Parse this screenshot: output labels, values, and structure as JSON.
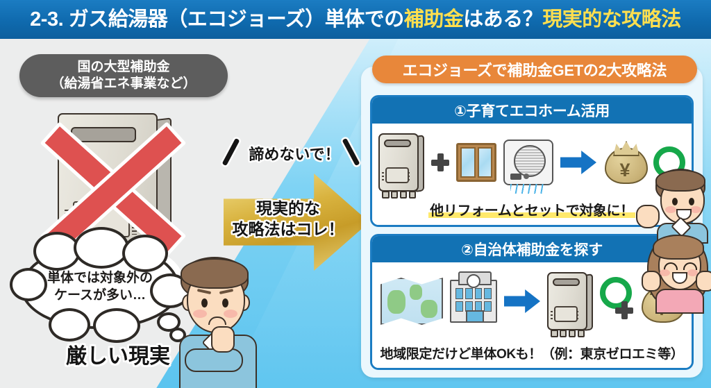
{
  "title": {
    "prefix": "2-3. ガス給湯器（エコジョーズ）単体での",
    "highlight1": "補助金",
    "middle": "はある？",
    "highlight2": "現実的な攻略法"
  },
  "left": {
    "badge_line1": "国の大型補助金",
    "badge_line2": "（給湯省エネ事業など）",
    "heater_icon": "gas-water-heater-icon",
    "x_icon": "red-x-mark-icon",
    "thought_line1": "単体では対象外の",
    "thought_line2": "ケースが多い…",
    "harsh_reality": "厳しい現実",
    "character": "worried-man-character"
  },
  "center": {
    "dont_give_up": "諦めないで！",
    "arrow_line1": "現実的な",
    "arrow_line2": "攻略法はコレ！",
    "arrow_icon": "gold-right-arrow-icon"
  },
  "right": {
    "header": "エコジョーズで補助金GETの2大攻略法",
    "cards": [
      {
        "heading": "①子育てエコホーム活用",
        "icons": [
          "water-heater-icon",
          "plus-icon",
          "window-icon",
          "air-conditioner-icon",
          "blue-arrow-icon",
          "money-bag-icon",
          "green-circle-icon"
        ],
        "caption": "他リフォームとセットで対象に！",
        "character": "smiling-man-character"
      },
      {
        "heading": "②自治体補助金を探す",
        "icons": [
          "map-icon",
          "city-hall-icon",
          "blue-arrow-icon",
          "water-heater-icon",
          "green-circle-icon",
          "plus-icon",
          "money-bag-icon"
        ],
        "caption": "地域限定だけど単体OKも！（例：東京ゼロエミ等）",
        "character": "happy-woman-character"
      }
    ],
    "yen_symbol": "¥"
  },
  "colors": {
    "title_bar": "#1272b4",
    "title_highlight": "#ffdf4f",
    "orange_header": "#e8873a",
    "card_header": "#1272b4",
    "gold_arrow": "#d8b23e",
    "green_circle": "#16a84a",
    "red_x": "#de5150",
    "gray_badge": "#5d5d5d",
    "highlight_marker": "#ffe96b"
  }
}
